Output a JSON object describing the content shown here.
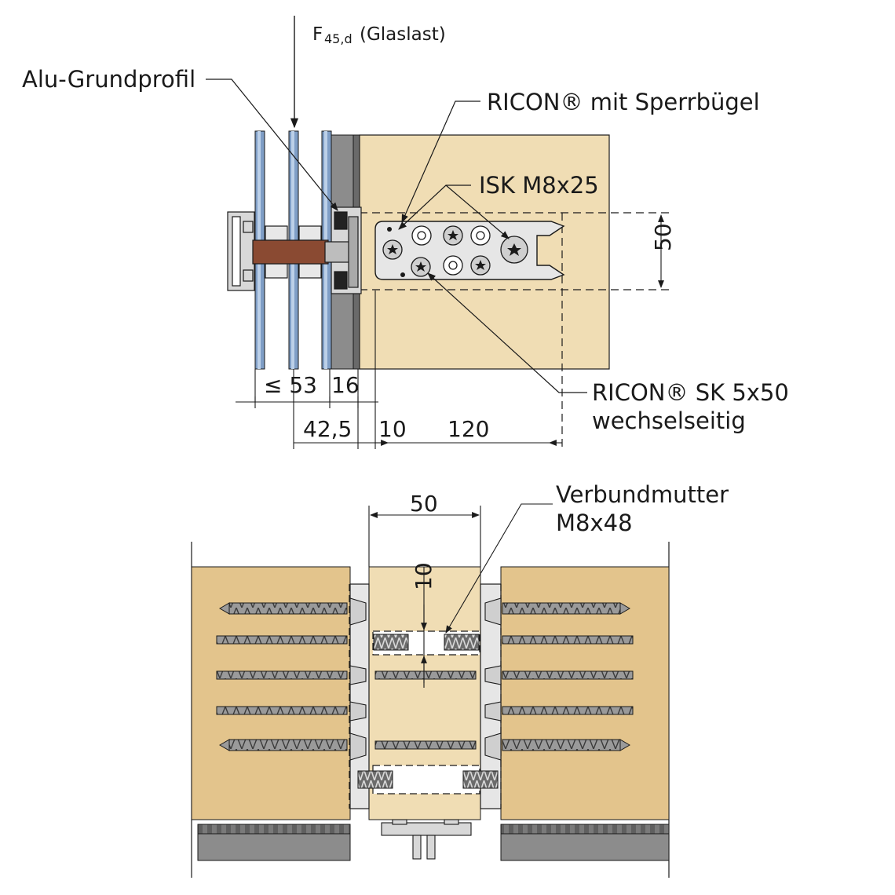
{
  "colors": {
    "wood": "#f0ddb4",
    "wood_dark": "#e3c48c",
    "glass": "#7f9ec6",
    "glass_light": "#bcd0e8",
    "gray_panel": "#8c8c8c",
    "alu": "#d8d8d8",
    "brown": "#8a4a32",
    "line": "#1a1a1a"
  },
  "labels": {
    "force_main": "F",
    "force_sub": "45,d",
    "force_note": "(Glaslast)",
    "alu_profile": "Alu-Grundprofil",
    "ricon_lock": "RICON® mit Sperrbügel",
    "isk": "ISK M8x25",
    "ricon_sk_line1": "RICON® SK 5x50",
    "ricon_sk_line2": "wechselseitig",
    "verbund_line1": "Verbundmutter",
    "verbund_line2": "M8x48"
  },
  "dimensions": {
    "le53": "≤ 53",
    "d16": "16",
    "d42_5": "42,5",
    "d10": "10",
    "d120": "120",
    "d50_side": "50",
    "d50_top": "50",
    "d10_vertical": "10"
  },
  "icons": {
    "screw": "wood-screw-icon",
    "bolt": "hex-bolt-icon",
    "arrow": "load-arrow-icon"
  }
}
